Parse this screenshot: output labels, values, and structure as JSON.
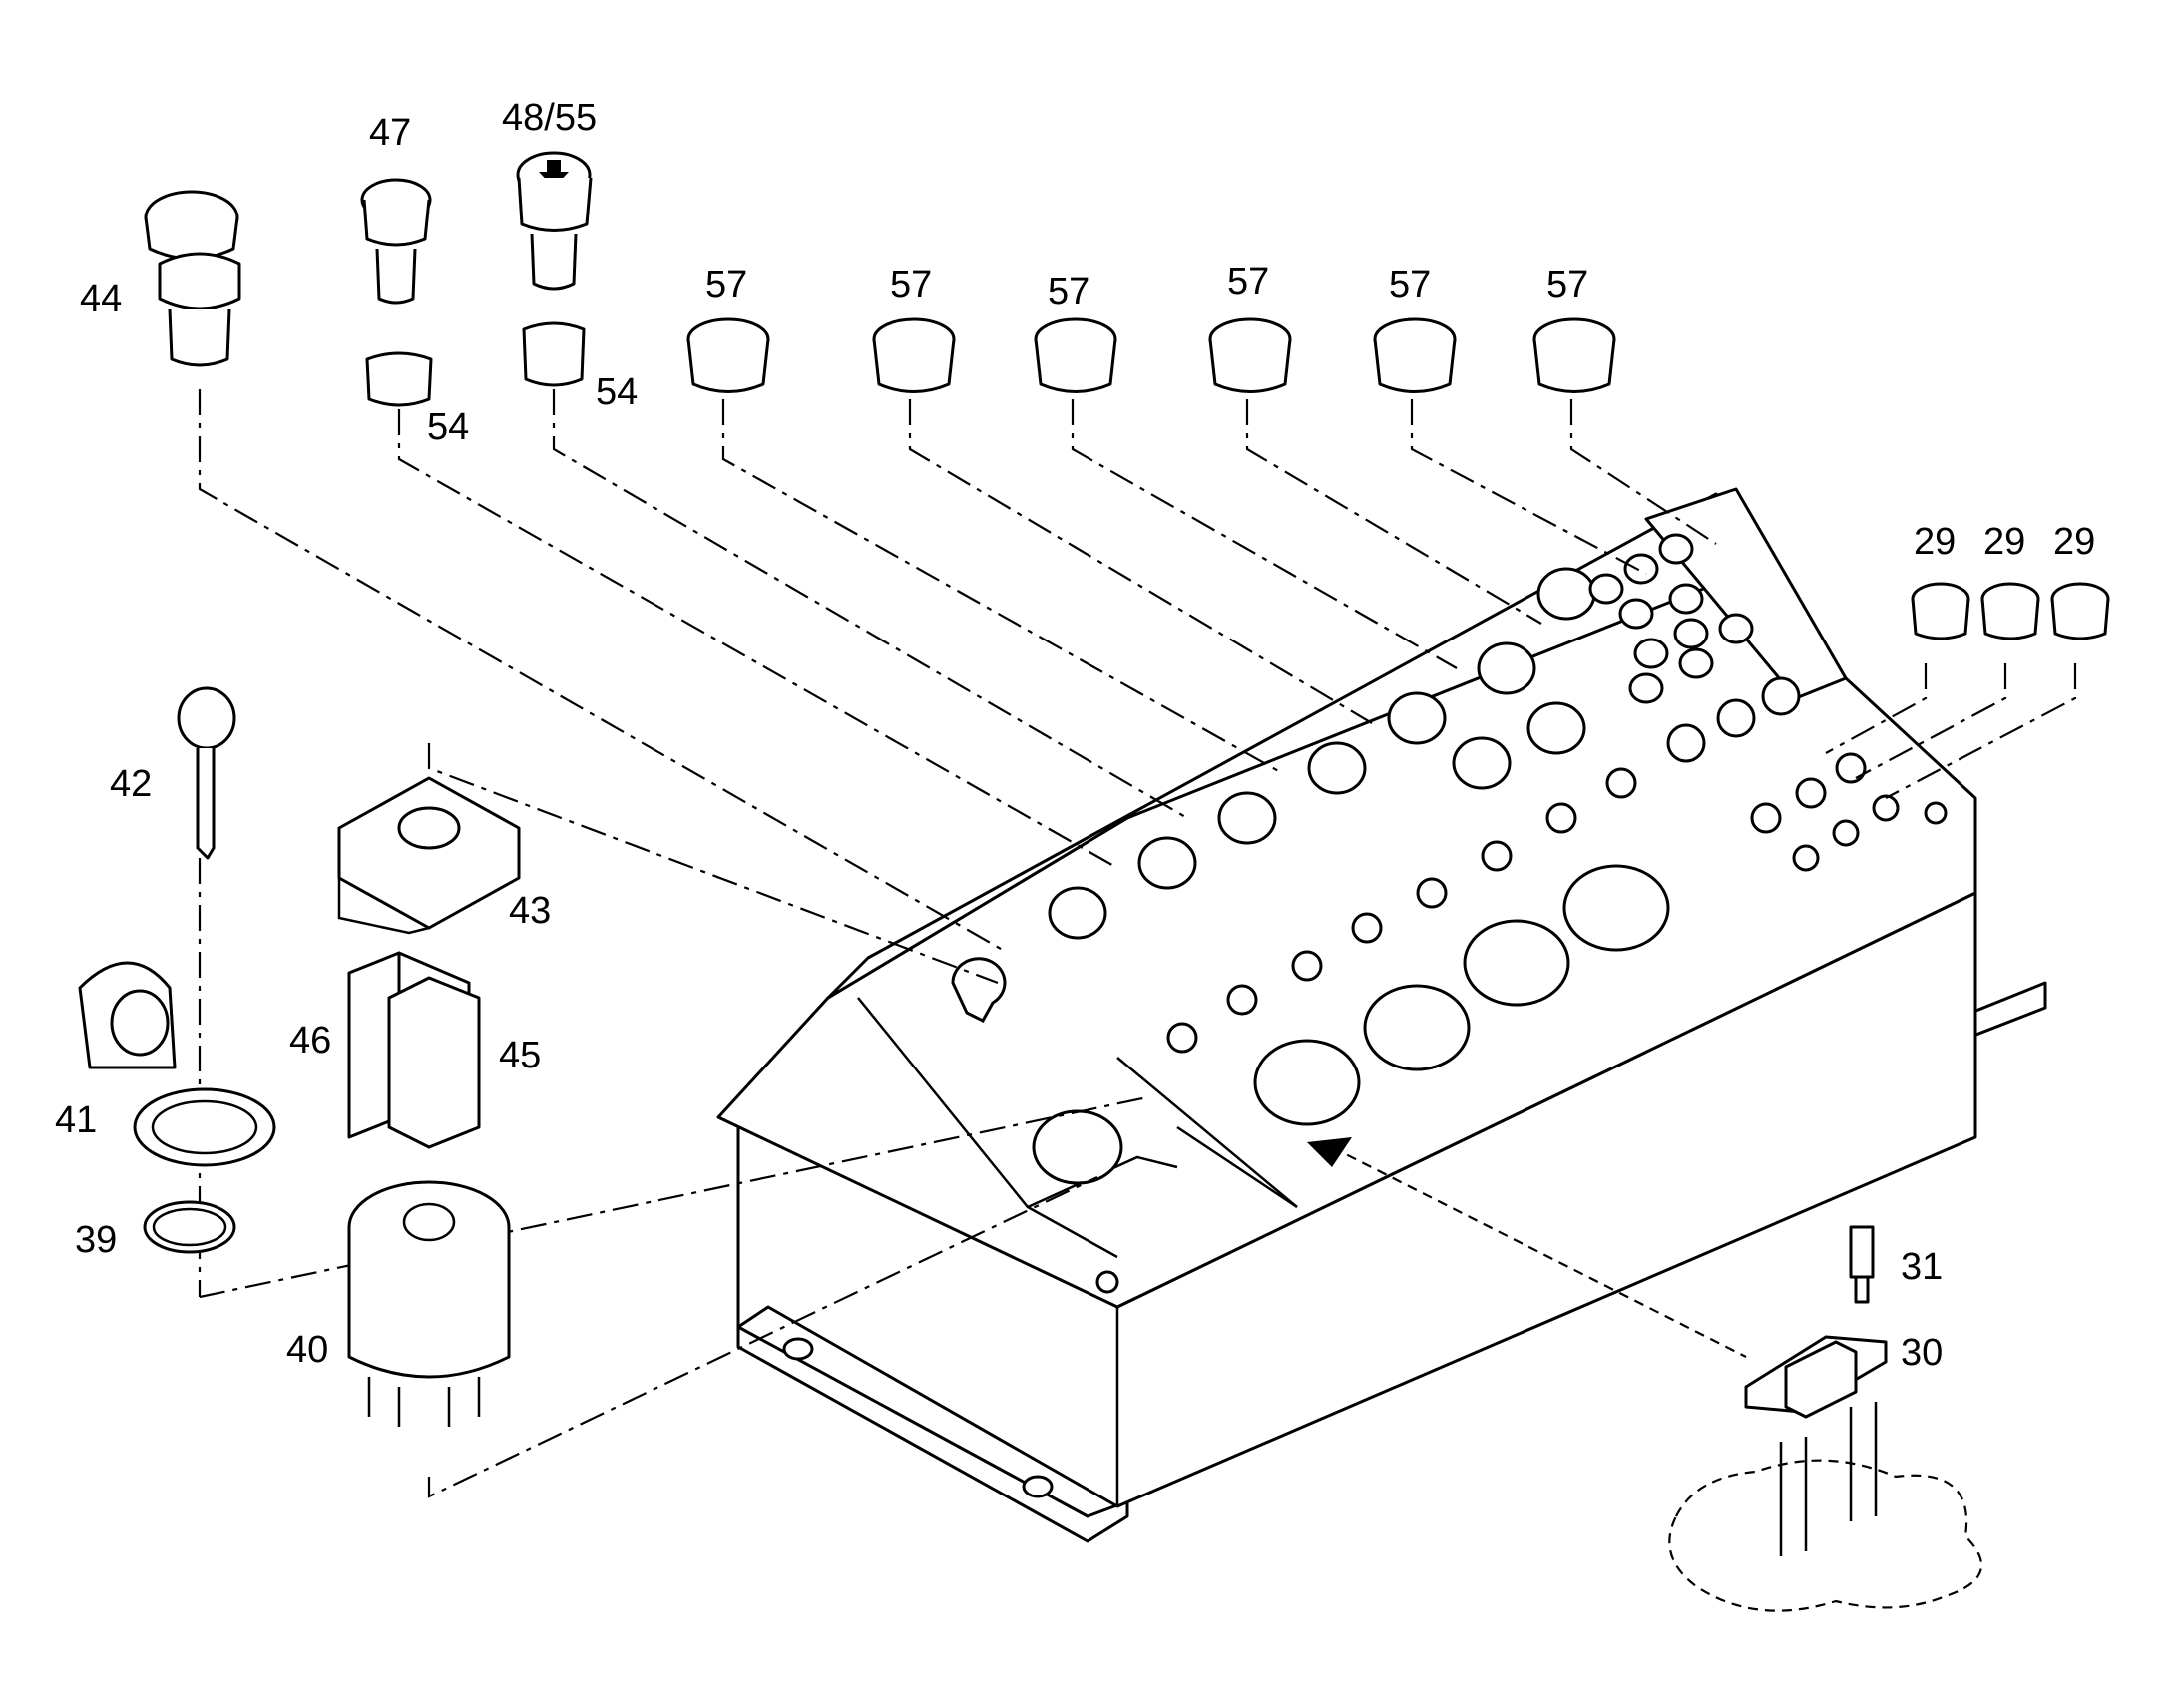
{
  "labels": {
    "p29a": "29",
    "p29b": "29",
    "p29c": "29",
    "p30": "30",
    "p31": "31",
    "p39": "39",
    "p40": "40",
    "p41": "41",
    "p42": "42",
    "p43": "43",
    "p44": "44",
    "p45": "45",
    "p46": "46",
    "p47": "47",
    "p48_55": "48/55",
    "p54a": "54",
    "p54b": "54",
    "p57a": "57",
    "p57b": "57",
    "p57c": "57",
    "p57d": "57",
    "p57e": "57",
    "p57f": "57"
  }
}
